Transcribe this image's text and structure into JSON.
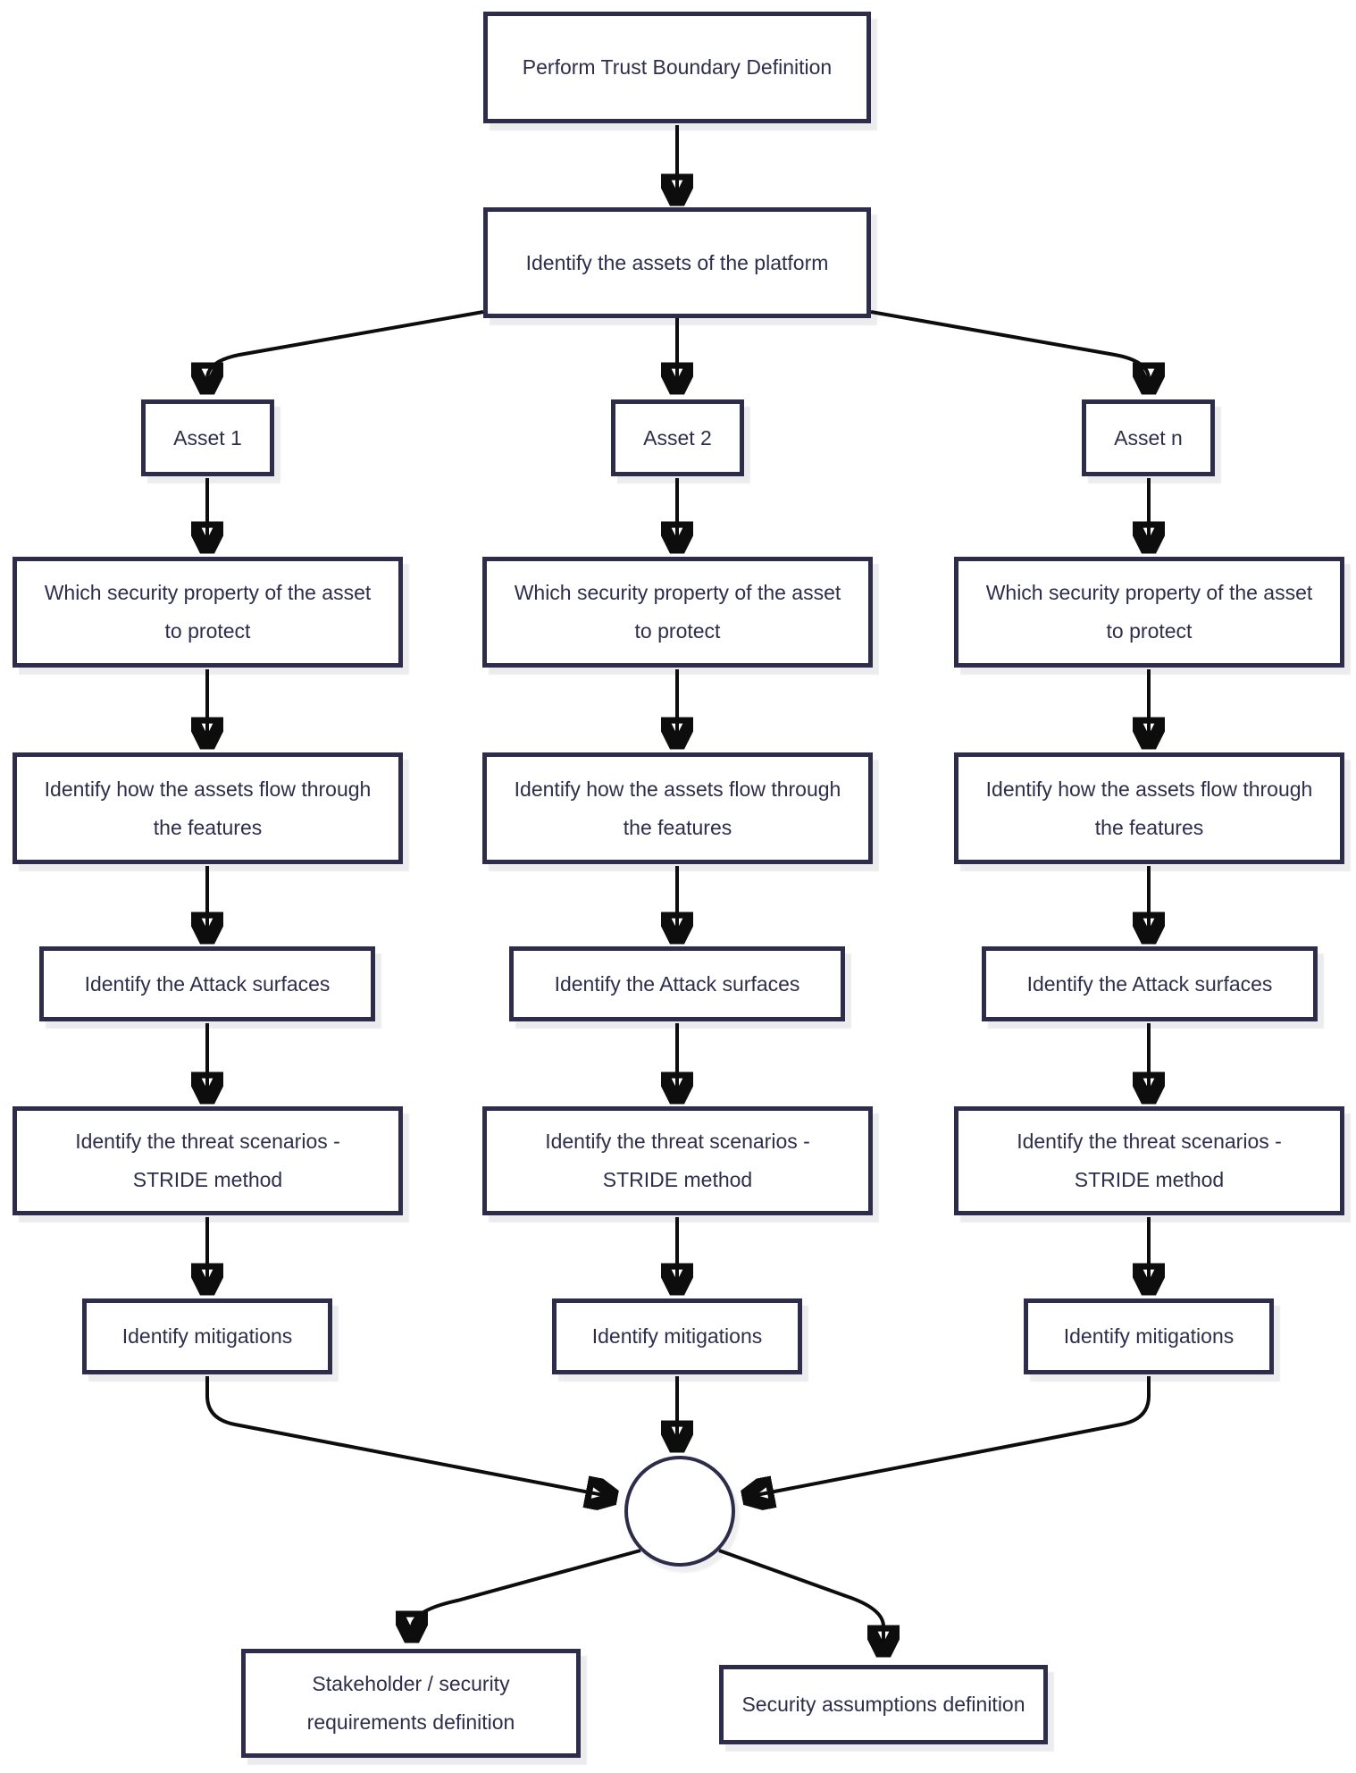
{
  "diagram": {
    "type": "flowchart",
    "description": "Threat modeling process flow with three parallel asset analysis columns converging to a join node",
    "nodes": {
      "trust_boundary": "Perform Trust Boundary Definition",
      "identify_assets": "Identify the assets of the platform",
      "stakeholder_requirements": "Stakeholder / security requirements definition",
      "security_assumptions": "Security assumptions definition"
    },
    "assets": [
      {
        "label": "Asset 1"
      },
      {
        "label": "Asset 2"
      },
      {
        "label": "Asset n"
      }
    ],
    "steps": {
      "security_property": "Which security property of the asset to protect",
      "asset_flow": "Identify how the assets flow through the features",
      "attack_surfaces": "Identify the Attack surfaces",
      "threat_scenarios": "Identify the threat scenarios - STRIDE method",
      "mitigations": "Identify mitigations"
    },
    "colors": {
      "node_border": "#2d2d4b",
      "node_fill": "#ffffff",
      "node_text": "#2e2e4c",
      "connector": "#0d0d0d",
      "shadow": "#ececf1",
      "background": "#ffffff"
    }
  }
}
